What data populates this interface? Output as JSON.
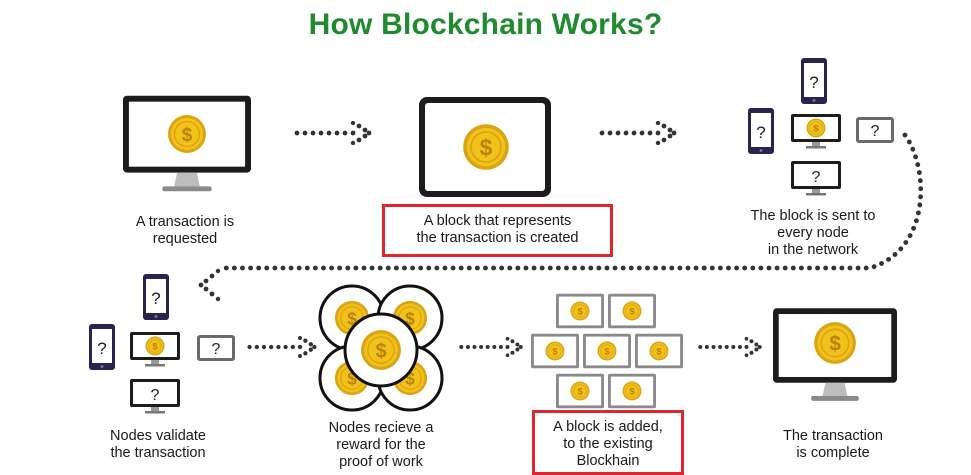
{
  "title": "How Blockchain Works?",
  "steps": [
    {
      "lines": [
        "A transaction is",
        "requested"
      ]
    },
    {
      "lines": [
        "A block that represents",
        "the transaction is created"
      ]
    },
    {
      "lines": [
        "The block is sent to",
        "every node",
        "in the network"
      ]
    },
    {
      "lines": [
        "Nodes validate",
        "the transaction"
      ]
    },
    {
      "lines": [
        "Nodes recieve a",
        "reward for the",
        "proof of work"
      ]
    },
    {
      "lines": [
        "A block is added,",
        "to the existing",
        "Blockhain"
      ]
    },
    {
      "lines": [
        "The transaction",
        "is complete"
      ]
    }
  ],
  "icons": {
    "coin": "$",
    "unknown": "?"
  },
  "colors": {
    "title": "#1f8a2e",
    "highlight": "#e0262a",
    "coin": "#f2c21b",
    "coin_dark": "#d9a514",
    "device": "#1c1c1c",
    "phone": "#2a2350"
  }
}
